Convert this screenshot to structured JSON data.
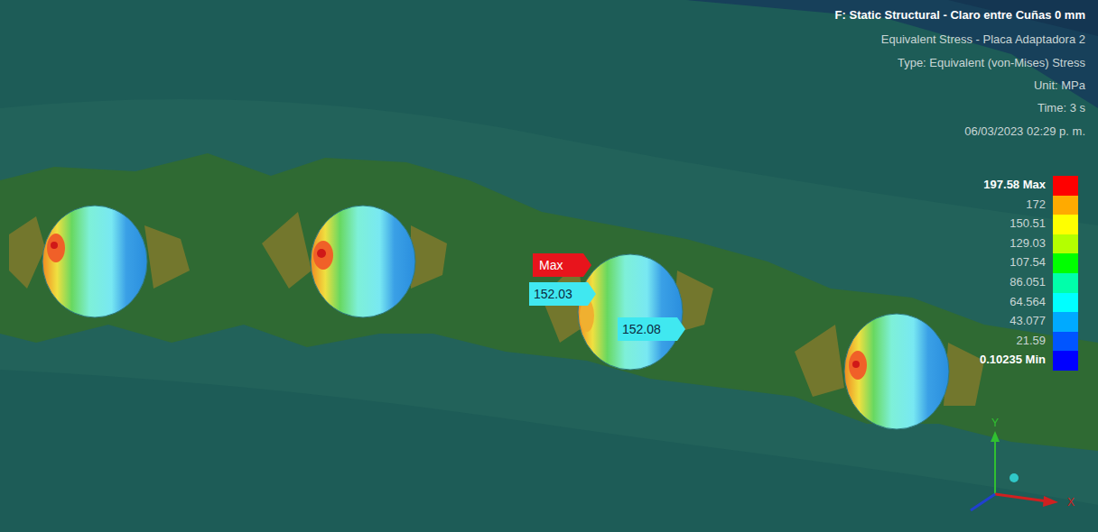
{
  "diagram": {
    "title": "F: Static Structural - Claro entre Cuñas 0 mm",
    "labels": [
      "Equivalent Stress - Placa Adaptadora 2",
      "Type: Equivalent (von-Mises) Stress",
      "Unit: MPa",
      "Time: 3 s",
      "06/03/2023 02:29 p. m.",
      "Max",
      "152.03",
      "152.08",
      "Y",
      "X"
    ],
    "legend": [
      {
        "text": "197.58 Max",
        "color": "#ff0000"
      },
      {
        "text": "172",
        "color": "#ffaa00"
      },
      {
        "text": "150.51",
        "color": "#ffff00"
      },
      {
        "text": "129.03",
        "color": "#b4ff00"
      },
      {
        "text": "107.54",
        "color": "#00ff00"
      },
      {
        "text": "86.051",
        "color": "#00ffaa"
      },
      {
        "text": "64.564",
        "color": "#00ffff"
      },
      {
        "text": "43.077",
        "color": "#00aaff"
      },
      {
        "text": "21.59",
        "color": "#0055ff"
      },
      {
        "text": "0.10235 Min",
        "color": "#0000ff"
      }
    ]
  }
}
